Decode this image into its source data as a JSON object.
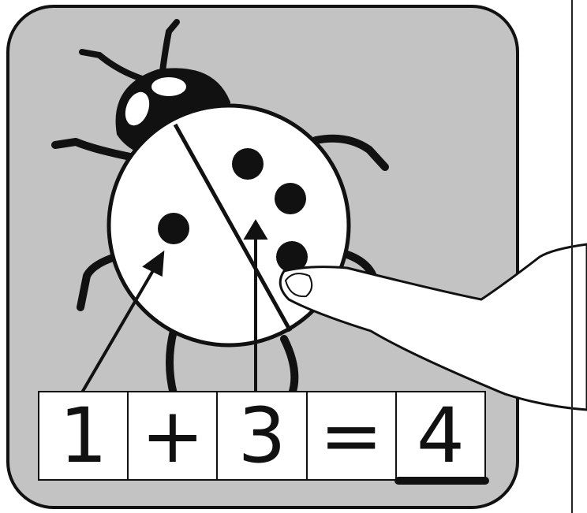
{
  "equation": {
    "left_operand": "1",
    "operator": "+",
    "right_operand": "3",
    "equals": "=",
    "result": "4"
  },
  "colors": {
    "card_background": "#c3c3c3",
    "card_border": "#111111",
    "shell": "#ffffff",
    "ink": "#111111"
  },
  "icons": {
    "bug": "ladybug-icon",
    "hand": "pointing-hand-icon"
  }
}
